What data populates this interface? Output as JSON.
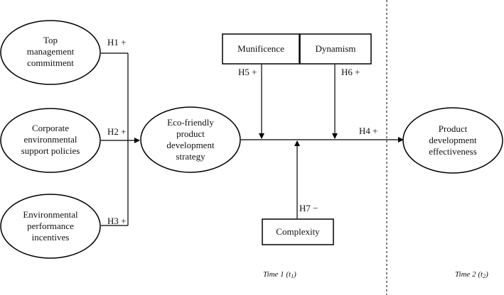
{
  "nodes": {
    "top_management": [
      "Top",
      "management",
      "commitment"
    ],
    "corporate_policies": [
      "Corporate",
      "environmental",
      "support policies"
    ],
    "performance_incentives": [
      "Environmental",
      "performance",
      "incentives"
    ],
    "eco_strategy": [
      "Eco-friendly",
      "product",
      "development",
      "strategy"
    ],
    "munificence": "Munificence",
    "dynamism": "Dynamism",
    "complexity": "Complexity",
    "effectiveness": [
      "Product",
      "development",
      "effectiveness"
    ]
  },
  "hypotheses": {
    "h1": "H1 +",
    "h2": "H2 +",
    "h3": "H3 +",
    "h4": "H4 +",
    "h5": "H5 +",
    "h6": "H6 +",
    "h7": "H7 −"
  },
  "time_labels": {
    "time1": {
      "main": "Time 1 (t",
      "sub": "1",
      "close": ")"
    },
    "time2": {
      "main": "Time 2 (t",
      "sub": "2",
      "close": ")"
    }
  }
}
